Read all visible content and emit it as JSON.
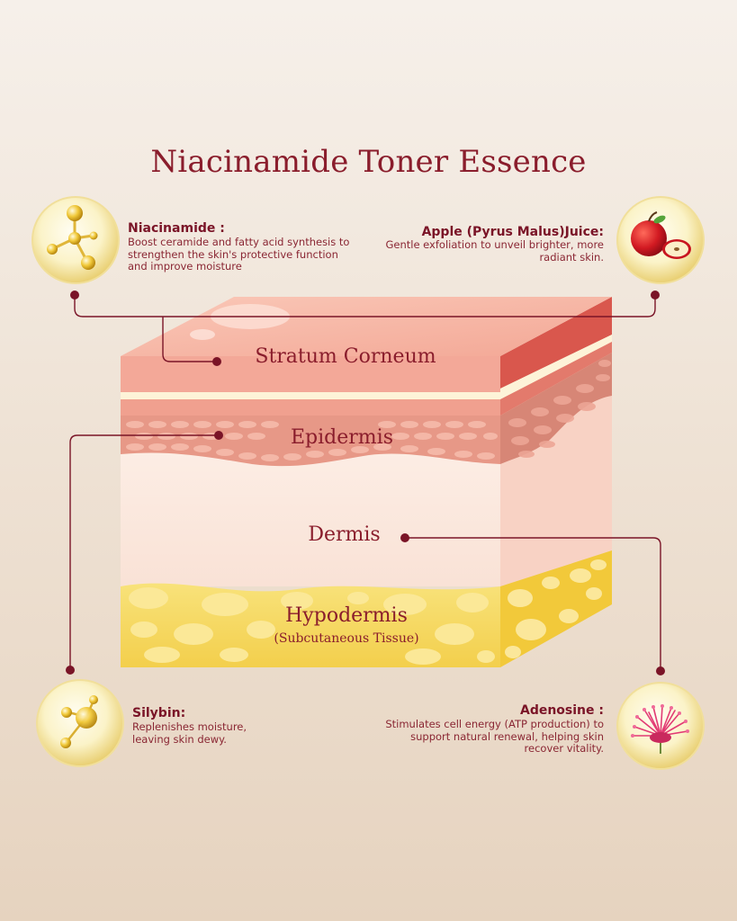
{
  "title": "Niacinamide Toner Essence",
  "colors": {
    "primary": "#7a1427",
    "background_top": "#f6f0ea",
    "background_bottom": "#e6d3bf",
    "connector": "#7a1427",
    "stratum": "#f2a99a",
    "dermis": "#f9e3d8",
    "hypodermis": "#f7d860"
  },
  "ingredients": [
    {
      "heading": "Niacinamide :",
      "description": "Boost ceramide and fatty acid synthesis to strengthen the skin's protective function and improve moisture",
      "icon": "molecule-icon"
    },
    {
      "heading": "Apple (Pyrus Malus)Juice:",
      "description": "Gentle exfoliation to unveil brighter, more radiant skin.",
      "icon": "apple-icon"
    },
    {
      "heading": "Silybin:",
      "description": "Replenishes moisture, leaving skin dewy.",
      "icon": "oil-droplet-icon"
    },
    {
      "heading": "Adenosine :",
      "description": "Stimulates cell energy (ATP production) to support natural renewal, helping skin recover vitality.",
      "icon": "flower-icon"
    }
  ],
  "layers": [
    {
      "label": "Stratum Corneum"
    },
    {
      "label": "Epidermis"
    },
    {
      "label": "Dermis"
    },
    {
      "label": "Hypodermis",
      "sublabel": "(Subcutaneous Tissue)"
    }
  ]
}
